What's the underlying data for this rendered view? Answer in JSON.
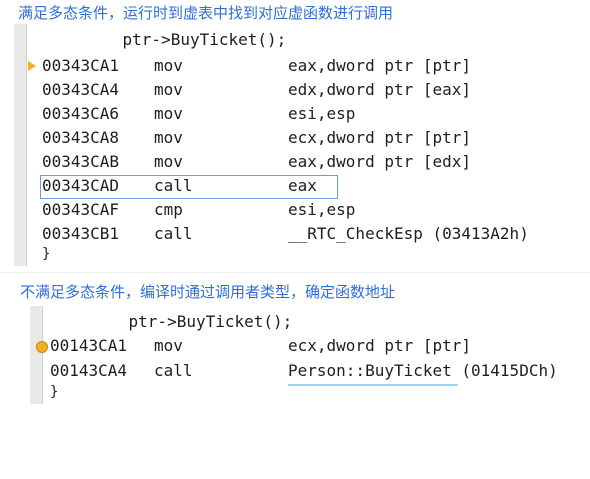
{
  "section1": {
    "caption": "满足多态条件，运行时到虚表中找到对应虚函数进行调用",
    "source": "ptr->BuyTicket();",
    "lines": [
      {
        "addr": "00343CA1",
        "mnem": "mov",
        "ops": "eax,dword ptr [ptr]"
      },
      {
        "addr": "00343CA4",
        "mnem": "mov",
        "ops": "edx,dword ptr [eax]"
      },
      {
        "addr": "00343CA6",
        "mnem": "mov",
        "ops": "esi,esp"
      },
      {
        "addr": "00343CA8",
        "mnem": "mov",
        "ops": "ecx,dword ptr [ptr]"
      },
      {
        "addr": "00343CAB",
        "mnem": "mov",
        "ops": "eax,dword ptr [edx]"
      },
      {
        "addr": "00343CAD",
        "mnem": "call",
        "ops": "eax"
      },
      {
        "addr": "00343CAF",
        "mnem": "cmp",
        "ops": "esi,esp"
      },
      {
        "addr": "00343CB1",
        "mnem": "call",
        "ops": "__RTC_CheckEsp (03413A2h)"
      }
    ],
    "closing": "}"
  },
  "section2": {
    "caption": "不满足多态条件，编译时通过调用者类型，确定函数地址",
    "source": "ptr->BuyTicket();",
    "lines": [
      {
        "addr": "00143CA1",
        "mnem": "mov",
        "ops": "ecx,dword ptr [ptr]"
      },
      {
        "addr": "00143CA4",
        "mnem": "call",
        "ops": "Person::BuyTicket (01415DCh)"
      }
    ],
    "closing": "}"
  },
  "colors": {
    "caption": "#2f6fd6",
    "highlight_border": "#6aa0e0",
    "marker": "#f0b020"
  },
  "icons": [
    "current-instruction-arrow-icon",
    "breakpoint-icon"
  ]
}
